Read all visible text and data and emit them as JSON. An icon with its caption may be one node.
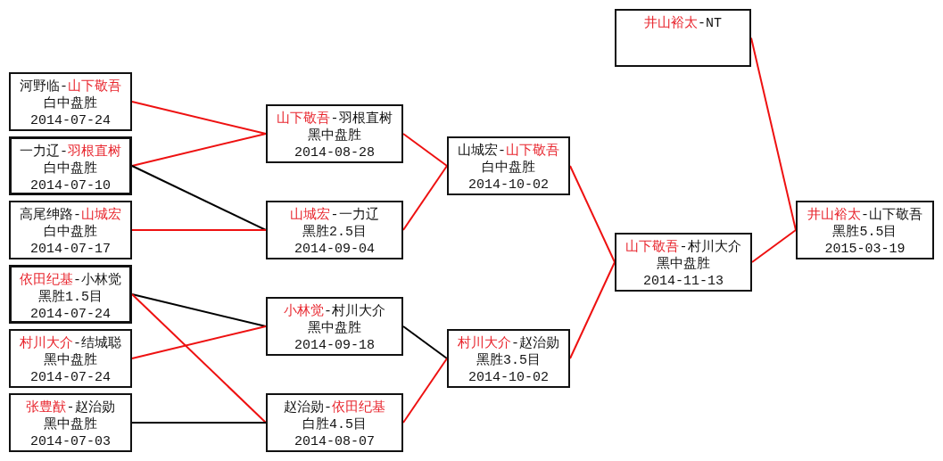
{
  "diagram": {
    "nodes": [
      {
        "text": [
          "河野临-山下敬吾",
          "白中盘胜",
          "2014-07-24"
        ]
      },
      {
        "text": [
          "一力辽-羽根直树",
          "白中盘胜",
          "2014-07-10"
        ]
      },
      {
        "text": [
          "高尾绅路-山城宏",
          "白中盘胜",
          "2014-07-17"
        ]
      },
      {
        "text": [
          "依田纪基-小林觉",
          "黑胜1.5目",
          "2014-07-24"
        ]
      },
      {
        "text": [
          "村川大介-结城聪",
          "黑中盘胜",
          "2014-07-24"
        ]
      },
      {
        "text": [
          "张豊猷-赵治勋",
          "黑中盘胜",
          "2014-07-03"
        ]
      },
      {
        "text": [
          "山下敬吾-羽根直树",
          "黑中盘胜",
          "2014-08-28"
        ]
      },
      {
        "text": [
          "山城宏-一力辽",
          "黑胜2.5目",
          "2014-09-04"
        ]
      },
      {
        "text": [
          "小林觉-村川大介",
          "黑中盘胜",
          "2014-09-18"
        ]
      },
      {
        "text": [
          "赵治勋-依田纪基",
          "白胜4.5目",
          "2014-08-07"
        ]
      },
      {
        "text": [
          "山城宏-山下敬吾",
          "白中盘胜",
          "2014-10-02"
        ]
      },
      {
        "text": [
          "村川大介-赵治勋",
          "黑胜3.5目",
          "2014-10-02"
        ]
      },
      {
        "text": [
          "井山裕太-NT"
        ]
      },
      {
        "text": [
          "山下敬吾-村川大介",
          "黑中盘胜",
          "2014-11-13"
        ]
      },
      {
        "text": [
          "井山裕太-山下敬吾",
          "黑胜5.5目",
          "2015-03-19"
        ]
      }
    ],
    "edges": [
      {
        "from": 0,
        "to": 6,
        "arrow": "none"
      },
      {
        "from": 1,
        "to": 6,
        "arrow": "none"
      },
      {
        "from": 1,
        "to": 7,
        "arrow": "none",
        "color": "#000000"
      },
      {
        "from": 2,
        "to": 7,
        "arrow": "none"
      },
      {
        "from": 3,
        "to": 8,
        "arrow": "none",
        "color": "#000000"
      },
      {
        "from": 3,
        "to": 9,
        "arrow": "none"
      },
      {
        "from": 4,
        "to": 8,
        "arrow": "none"
      },
      {
        "from": 5,
        "to": 9,
        "arrow": "none",
        "color": "#000000"
      },
      {
        "from": 6,
        "to": 10,
        "arrow": "none"
      },
      {
        "from": 7,
        "to": 10,
        "arrow": "none"
      },
      {
        "from": 8,
        "to": 11,
        "arrow": "none",
        "color": "#000000"
      },
      {
        "from": 9,
        "to": 11,
        "arrow": "none"
      },
      {
        "from": 10,
        "to": 13,
        "arrow": "none"
      },
      {
        "from": 11,
        "to": 13,
        "arrow": "none"
      },
      {
        "from": 13,
        "to": 14,
        "arrow": "none"
      },
      {
        "from": 12,
        "to": 14,
        "arrow": "none"
      }
    ]
  }
}
